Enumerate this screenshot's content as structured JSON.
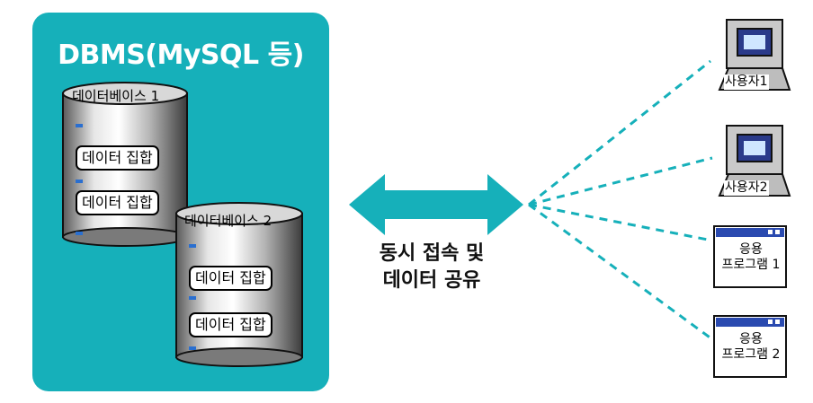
{
  "dbms": {
    "title": "DBMS(MySQL 등)"
  },
  "databases": [
    {
      "name": "데이터베이스 1",
      "sets": [
        "데이터 집합",
        "데이터 집합"
      ]
    },
    {
      "name": "데이터베이스 2",
      "sets": [
        "데이터 집합",
        "데이터 집합"
      ]
    }
  ],
  "connection": {
    "line1": "동시 접속 및",
    "line2": "데이터 공유"
  },
  "clients": [
    {
      "type": "user",
      "label": "사용자1",
      "icon": "computer-icon"
    },
    {
      "type": "user",
      "label": "사용자2",
      "icon": "computer-icon"
    },
    {
      "type": "program",
      "line1": "응용",
      "line2": "프로그램 1",
      "icon": "window-icon"
    },
    {
      "type": "program",
      "line1": "응용",
      "line2": "프로그램 2",
      "icon": "window-icon"
    }
  ],
  "colors": {
    "panel": "#16b0ba",
    "arrow": "#16b0ba",
    "dashed_line": "#16b0ba"
  }
}
